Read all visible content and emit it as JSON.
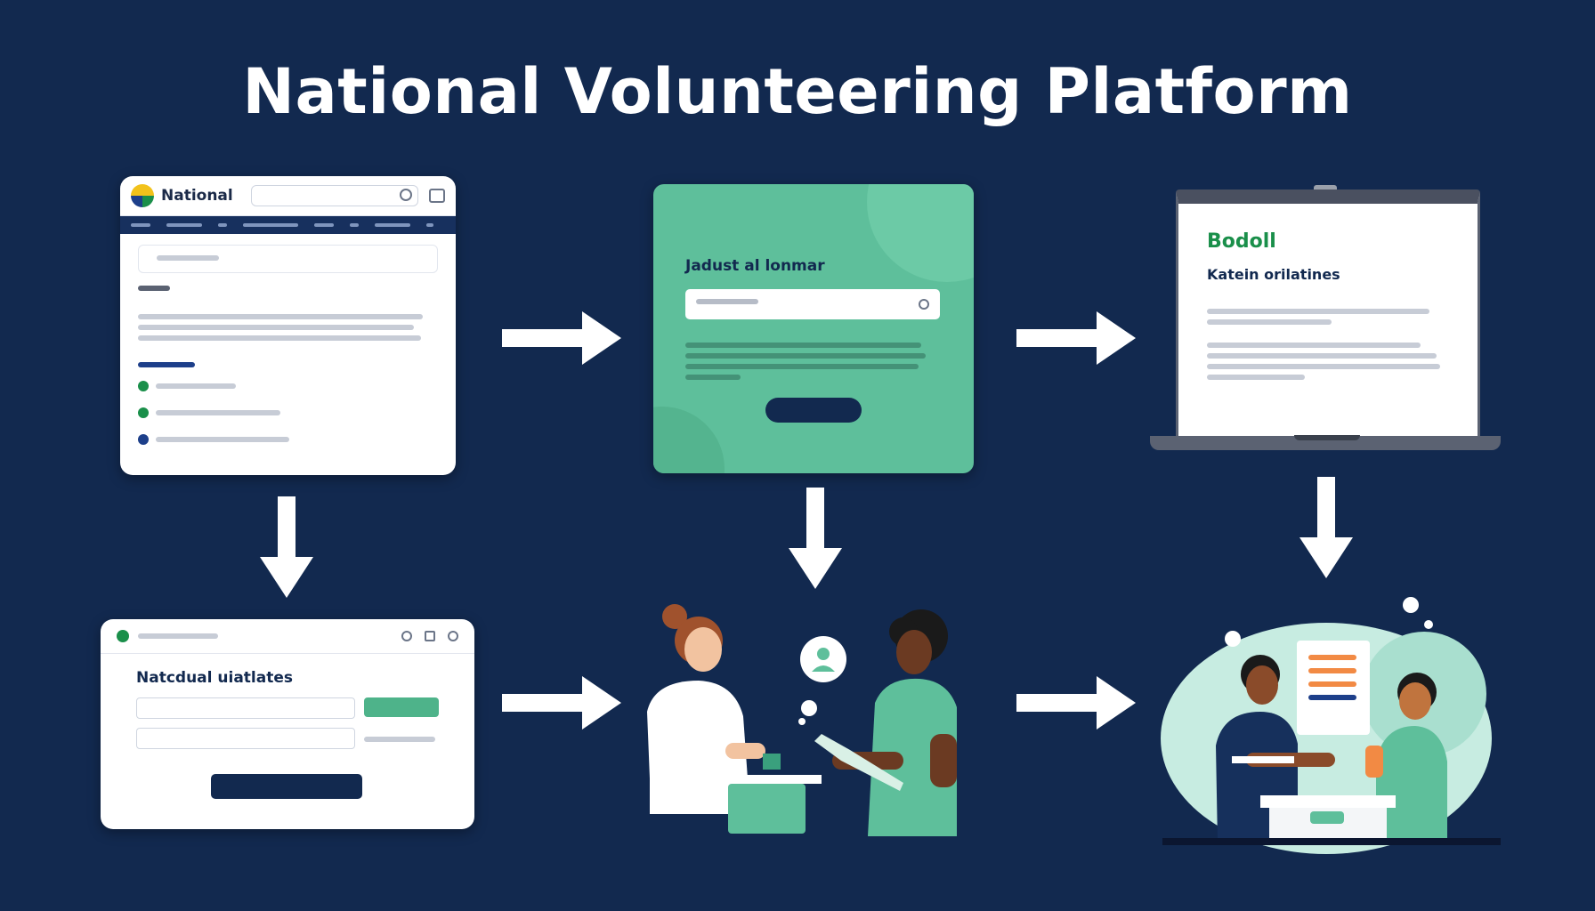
{
  "title": "National Volunteering Platform",
  "colors": {
    "background": "#12294f",
    "teal": "#5ebf9b",
    "green": "#1a8f4a",
    "navy": "#12294f",
    "white": "#ffffff"
  },
  "step1": {
    "brand": "National"
  },
  "step2": {
    "heading": "Jadust al lonmar"
  },
  "step3": {
    "heading": "Bodoll",
    "subheading": "Katein orilatines"
  },
  "step4": {
    "heading": "Natcdual uiatlates"
  }
}
